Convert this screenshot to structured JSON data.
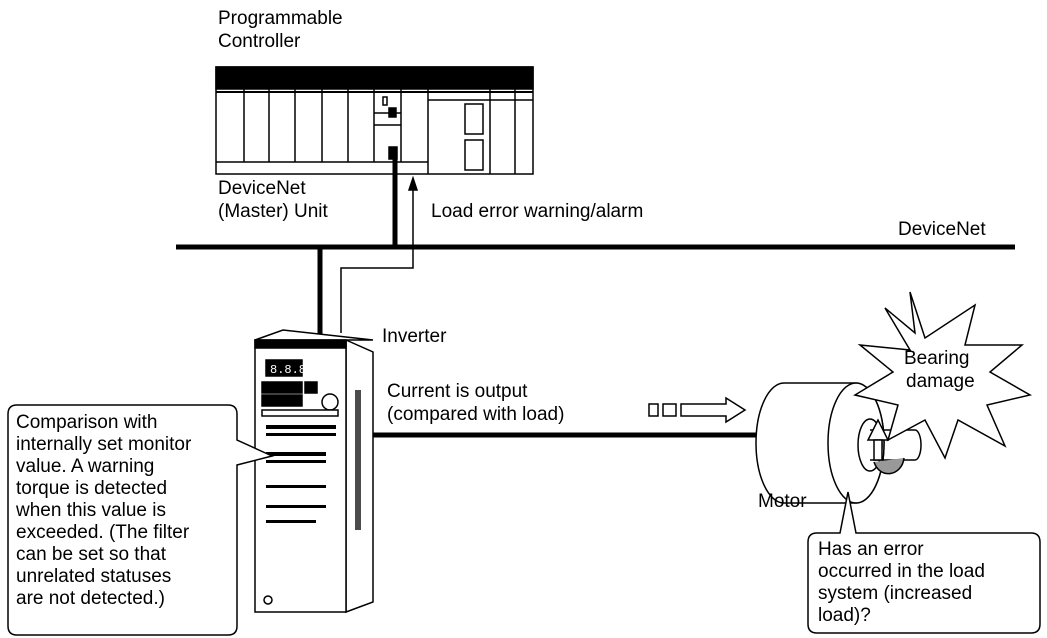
{
  "labels": {
    "plc_line1": "Programmable",
    "plc_line2": "Controller",
    "master_line1": "DeviceNet",
    "master_line2": "(Master) Unit",
    "load_error": "Load error warning/alarm",
    "network": "DeviceNet",
    "inverter": "Inverter",
    "current_line1": "Current is output",
    "current_line2": "(compared with load)",
    "motor": "Motor",
    "bearing_line1": "Bearing",
    "bearing_line2": "damage"
  },
  "callouts": {
    "comparison": "Comparison with\ninternally set monitor\nvalue. A warning\ntorque is detected\nwhen this value is\nexceeded. (The filter\ncan be set so that\nunrelated statuses\nare not detected.)",
    "load_error_question": "Has an error\noccurred in the load\nsystem (increased\nload)?"
  },
  "icons": {
    "plc": "programmable-controller-icon",
    "inverter": "inverter-icon",
    "motor": "motor-icon",
    "burst": "bearing-damage-burst-icon",
    "flow_arrow": "hollow-arrow-icon",
    "rotation": "rotation-arrow-icon"
  },
  "colors": {
    "line": "#000000",
    "background": "#ffffff"
  }
}
